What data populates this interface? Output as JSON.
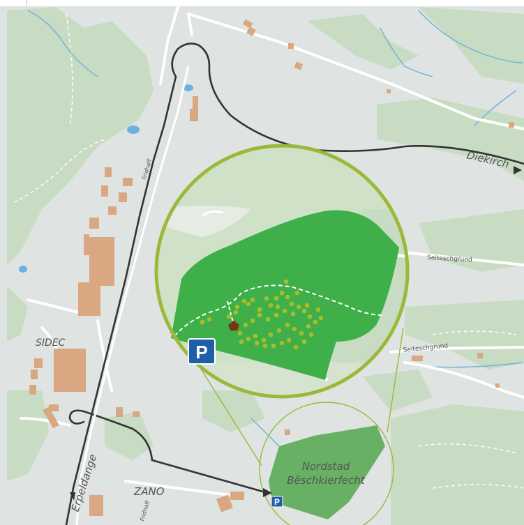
{
  "map": {
    "labels": {
      "diekirch": "Diekirch",
      "seiteschgrund_1": "Seiteschgrund",
      "seiteschgrund_2": "Seiteschgrund",
      "fridhaff_1": "Fridhaff",
      "fridhaff_2": "Fridhaff",
      "sidec": "SIDEC",
      "erpeldange": "Erpeldange",
      "zano": "ZANO",
      "nordstad_line1": "Nordstad",
      "nordstad_line2": "Bëschkierfecht"
    },
    "parking_label": "P",
    "colors": {
      "background": "#dfe3e1",
      "forest": "#c7dcc2",
      "cemetery": "#3faf49",
      "cemetery_small": "#67b064",
      "ring": "#9bb83a",
      "road": "#ffffff",
      "main_road": "#333333",
      "water": "#6fb0dd",
      "building": "#d9a882",
      "parking": "#1f5fa5",
      "memorial": "#7a3414",
      "tree_dot": "#a8bd2a"
    },
    "icons": [
      "parking-icon",
      "memorial-icon",
      "arrow-icon"
    ]
  }
}
